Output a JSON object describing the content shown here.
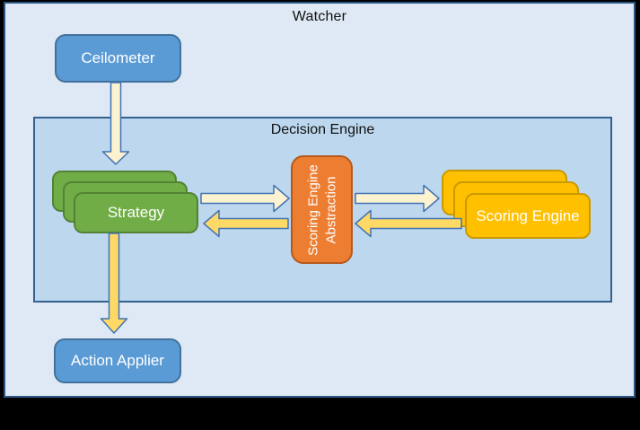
{
  "diagram": {
    "title": "Watcher",
    "decision_engine_label": "Decision Engine",
    "nodes": {
      "ceilometer": {
        "label": "Ceilometer"
      },
      "strategy": {
        "label": "Strategy"
      },
      "scoring_engine_abstraction": {
        "line1": "Scoring Engine",
        "line2": "Abstraction"
      },
      "scoring_engine": {
        "label": "Scoring Engine"
      },
      "action_applier": {
        "label": "Action Applier"
      }
    },
    "connections": [
      "Ceilometer -> Strategy",
      "Strategy -> Scoring Engine Abstraction",
      "Scoring Engine Abstraction -> Strategy",
      "Scoring Engine Abstraction -> Scoring Engine",
      "Scoring Engine -> Scoring Engine Abstraction",
      "Strategy -> Action Applier"
    ],
    "colors": {
      "page_margin": "#000000",
      "watcher_fill": "#DEE9F5",
      "watcher_border": "#2F5786",
      "decision_fill": "#BCD7EE",
      "decision_border": "#35618E",
      "blue_node_fill": "#5B9BD5",
      "blue_node_border": "#41719C",
      "green_node_fill": "#70AD47",
      "green_node_border": "#548235",
      "yellow_node_fill": "#FFC000",
      "yellow_node_border": "#C99A00",
      "orange_node_fill": "#ED7D31",
      "orange_node_border": "#B55A1D",
      "arrow_forward_fill": "#FDF2D0",
      "arrow_return_fill": "#FFD966",
      "arrow_stroke": "#4173B4",
      "node_text": "#FFFFFF",
      "label_text": "#111111"
    }
  }
}
